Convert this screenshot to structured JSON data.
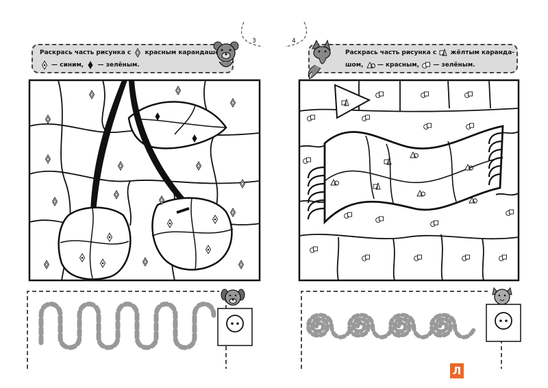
{
  "pages": {
    "left_number": "3",
    "right_number": "4"
  },
  "left_instruction": {
    "line1_before": "Раскрась часть рисунка с",
    "line1_after": "красным карандашом,",
    "line2_blue": "— синим,",
    "line2_green": "— зелёным."
  },
  "right_instruction": {
    "line1_before": "Раскрась часть рисунка с",
    "line1_after": "жёлтым каранда-",
    "line2_start": "шом,",
    "line2_red": "— красным,",
    "line2_green": "— зелёным."
  },
  "icons": {
    "left_mascot": "bear-cub-icon",
    "right_mascot": "fox-icon",
    "left_trace_mascot": "puppy-icon",
    "right_trace_mascot": "kitten-icon",
    "diamond_outline": "diamond-outline-icon",
    "diamond_dot": "diamond-dot-icon",
    "diamond_filled": "diamond-filled-icon",
    "square_triangle": "square-triangle-icon",
    "triangle_circle": "triangle-circle-icon",
    "circle_square": "circle-square-icon"
  },
  "colors": {
    "instruction_bg": "#dcdcdc",
    "logo": "#e8692a",
    "ink": "#111111"
  },
  "publisher_logo": "Л"
}
